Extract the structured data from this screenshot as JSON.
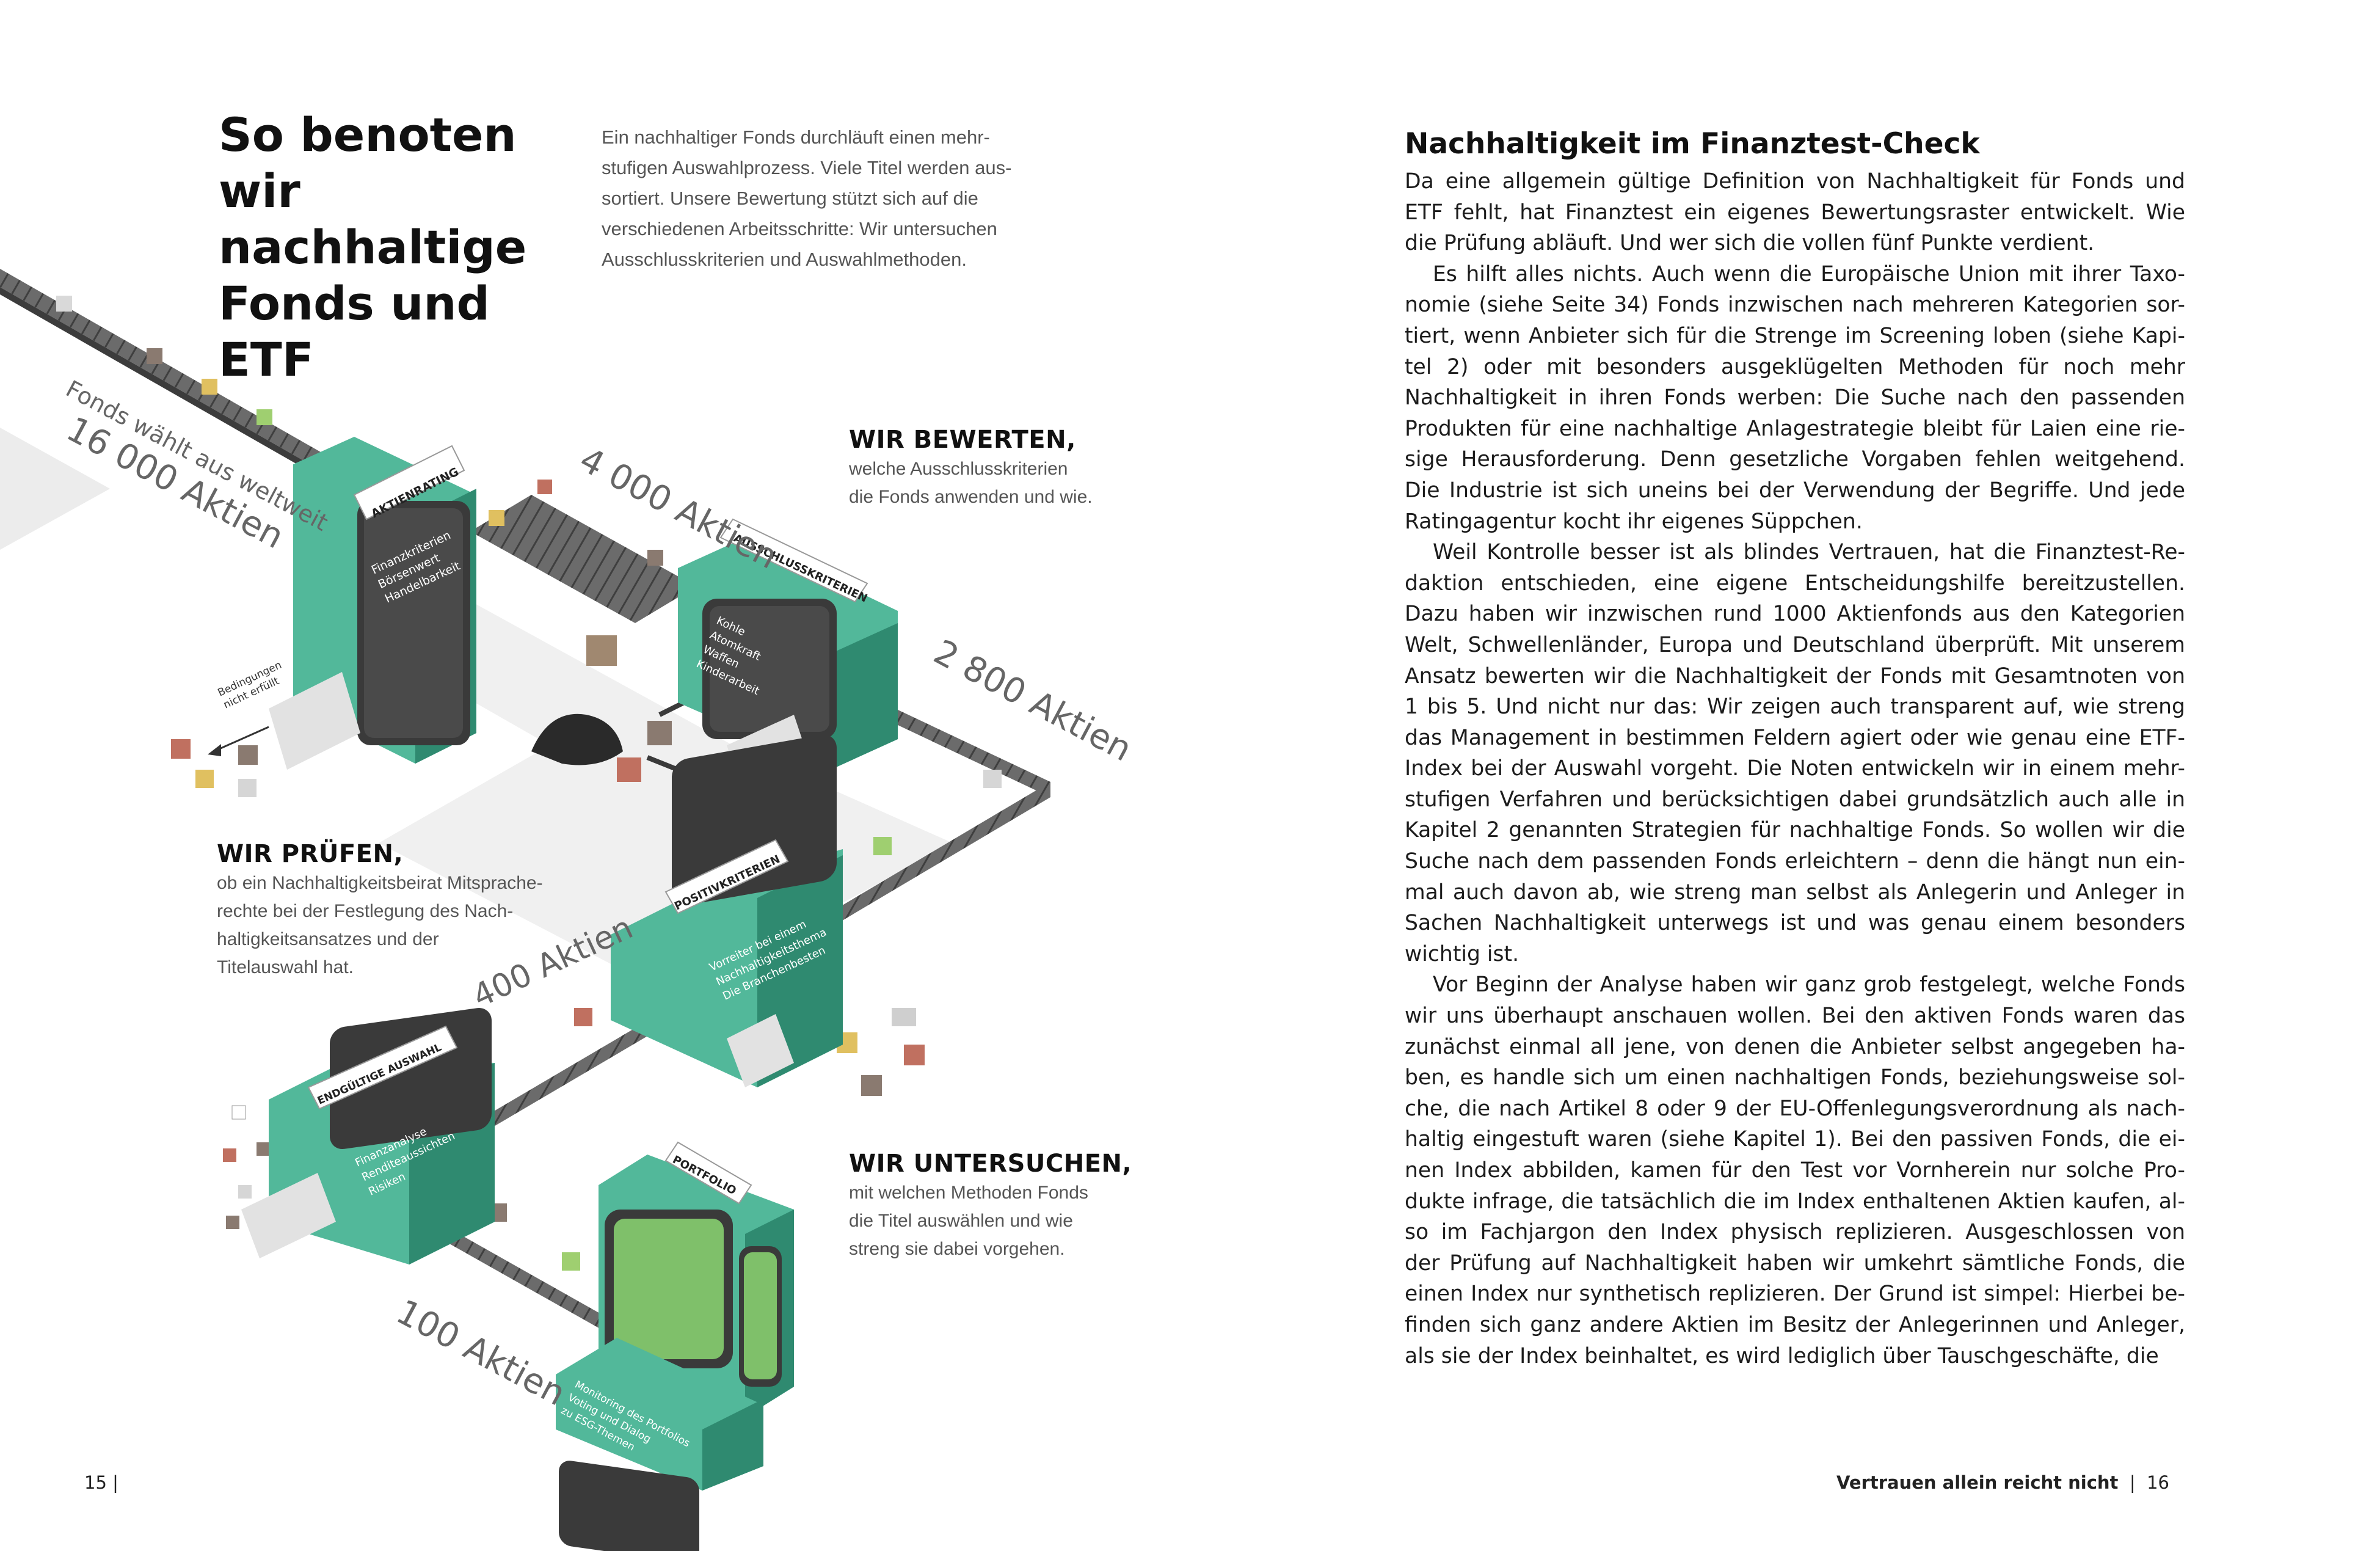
{
  "left_page": {
    "title_lines": [
      "So benoten wir",
      "nachhaltige",
      "Fonds und ETF"
    ],
    "intro_lines": [
      "Ein nachhaltiger Fonds durchläuft einen mehr-",
      "stufigen Auswahlprozess. Viele Titel werden aus-",
      "sortiert. Unsere Bewertung stützt sich auf die",
      "verschiedenen Arbeitsschritte: Wir untersuchen",
      "Ausschlusskriterien und Auswahlmethoden."
    ],
    "callouts": {
      "bewerten": {
        "heading": "WIR BEWERTEN,",
        "lines": [
          "welche Ausschlusskriterien",
          "die Fonds anwenden und wie."
        ]
      },
      "pruefen": {
        "heading": "WIR PRÜFEN,",
        "lines": [
          "ob ein Nachhaltigkeitsbeirat Mitsprache-",
          "rechte bei der Festlegung des Nach-",
          "haltigkeitsansatzes und der",
          "Titelauswahl hat."
        ]
      },
      "untersuchen": {
        "heading": "WIR UNTERSUCHEN,",
        "lines": [
          "mit welchen Methoden Fonds",
          "die Titel auswählen und wie",
          "streng sie dabei vorgehen."
        ]
      }
    },
    "illustration": {
      "start_label_1": "Fonds wählt aus weltweit",
      "start_label_2": "16 000 Aktien",
      "counts": [
        "4 000 Aktien",
        "2 800 Aktien",
        "400 Aktien",
        "100 Aktien"
      ],
      "rejected_label_1": "Bedingungen",
      "rejected_label_2": "nicht erfüllt",
      "machines": [
        {
          "sign": "AKTIENRATING",
          "items": [
            "Finanzkriterien",
            "Börsenwert",
            "Handelbarkeit"
          ]
        },
        {
          "sign": "AUSSCHLUSSKRITERIEN",
          "items": [
            "Kohle",
            "Atomkraft",
            "Waffen",
            "Kinderarbeit"
          ]
        },
        {
          "sign": "POSITIVKRITERIEN",
          "items": [
            "Vorreiter bei einem",
            "Nachhaltigkeitsthema",
            "Die Branchenbesten"
          ]
        },
        {
          "sign": "ENDGÜLTIGE AUSWAHL",
          "items": [
            "Finanzanalyse",
            "Renditeaussichten",
            "Risiken"
          ]
        },
        {
          "sign": "PORTFOLIO",
          "items": [
            "Monitoring des Portfolios",
            "Voting und Dialog",
            "zu ESG-Themen"
          ]
        }
      ]
    },
    "folio": "15 |"
  },
  "right_page": {
    "heading": "Nachhaltigkeit im Finanztest-Check",
    "paragraphs": [
      [
        "Da eine allgemein gültige Definition von Nachhaltigkeit für Fonds und",
        "ETF fehlt, hat Finanztest ein eigenes Bewertungsraster entwickelt. Wie",
        "die Prüfung abläuft. Und wer sich die vollen fünf Punkte verdient."
      ],
      [
        "Es hilft alles nichts. Auch wenn die Europäische Union mit ihrer Taxo-",
        "nomie (siehe Seite 34) Fonds inzwischen nach mehreren Kategorien sor-",
        "tiert, wenn Anbieter sich für die Strenge im Screening loben (siehe Kapi-",
        "tel 2) oder mit besonders ausgeklügelten Methoden für noch mehr",
        "Nachhaltigkeit in ihren Fonds werben: Die Suche nach den passenden",
        "Produkten für eine nachhaltige Anlagestrategie bleibt für Laien eine rie-",
        "sige Herausforderung. Denn gesetzliche Vorgaben fehlen weitgehend.",
        "Die Industrie ist sich uneins bei der Verwendung der Begriffe. Und jede",
        "Ratingagentur kocht ihr eigenes Süppchen."
      ],
      [
        "Weil Kontrolle besser ist als blindes Vertrauen, hat die Finanztest-Re-",
        "daktion entschieden, eine eigene Entscheidungshilfe bereitzustellen.",
        "Dazu haben wir inzwischen rund 1000 Aktienfonds aus den Kategorien",
        "Welt, Schwellenländer, Europa und Deutschland überprüft. Mit unserem",
        "Ansatz bewerten wir die Nachhaltigkeit der Fonds mit Gesamtnoten von",
        "1 bis 5. Und nicht nur das: Wir zeigen auch transparent auf, wie streng",
        "das Management in bestimmen Feldern agiert oder wie genau eine ETF-",
        "Index bei der Auswahl vorgeht. Die Noten entwickeln wir in einem mehr-",
        "stufigen Verfahren und berücksichtigen dabei grundsätzlich auch alle in",
        "Kapitel 2 genannten Strategien für nachhaltige Fonds. So wollen wir die",
        "Suche nach dem passenden Fonds erleichtern – denn die hängt nun ein-",
        "mal auch davon ab, wie streng man selbst als Anlegerin und Anleger in",
        "Sachen Nachhaltigkeit unterwegs ist und was genau einem besonders",
        "wichtig ist."
      ],
      [
        "Vor Beginn der Analyse haben wir ganz grob festgelegt, welche Fonds",
        "wir uns überhaupt anschauen wollen. Bei den aktiven Fonds waren das",
        "zunächst einmal all jene, von denen die Anbieter selbst angegeben ha-",
        "ben, es handle sich um einen nachhaltigen Fonds, beziehungsweise sol-",
        "che, die nach Artikel 8 oder 9 der EU-Offenlegungsverordnung als nach-",
        "haltig eingestuft waren (siehe Kapitel 1). Bei den passiven Fonds, die ei-",
        "nen Index abbilden, kamen für den Test vor Vornherein nur solche Pro-",
        "dukte infrage, die tatsächlich die im Index enthaltenen Aktien kaufen, al-",
        "so im Fachjargon den Index physisch replizieren. Ausgeschlossen von",
        "der Prüfung auf Nachhaltigkeit haben wir umkehrt sämtliche Fonds, die",
        "einen Index nur synthetisch replizieren. Der Grund ist simpel: Hierbei be-",
        "finden sich ganz andere Aktien im Besitz der Anlegerinnen und Anleger,",
        "als sie der Index beinhaltet, es wird lediglich über Tauschgeschäfte, die"
      ]
    ],
    "running_head": "Vertrauen allein reicht nicht",
    "page_number": "16"
  },
  "colors": {
    "machine": "#52b89a",
    "machine_dark": "#2f8a70",
    "screen": "#3a3a3a",
    "conveyor": "#6b6b6b",
    "shadow": "#ebebeb"
  }
}
